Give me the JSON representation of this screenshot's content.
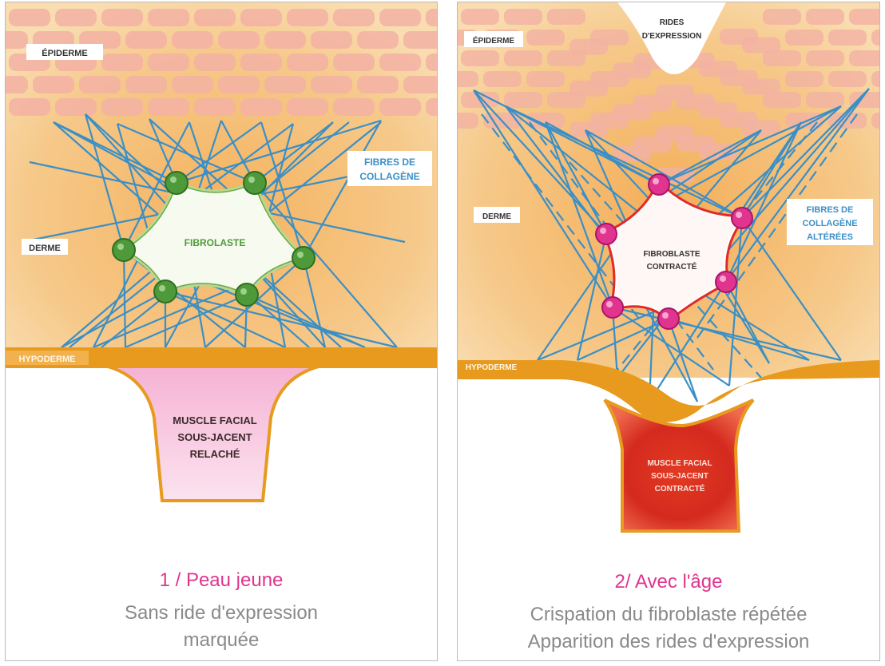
{
  "panel1": {
    "labels": {
      "epiderme": "ÉPIDERME",
      "derme": "DERME",
      "hypoderme": "HYPODERME",
      "fibres_line1": "FIBRES DE",
      "fibres_line2": "COLLAGÈNE",
      "fibroblaste": "FIBROLASTE",
      "muscle_line1": "MUSCLE FACIAL",
      "muscle_line2": "SOUS-JACENT",
      "muscle_line3": "RELACHÉ"
    },
    "caption_title": "1 / Peau jeune",
    "caption_line1": "Sans ride d'expression",
    "caption_line2": "marquée"
  },
  "panel2": {
    "labels": {
      "epiderme": "ÉPIDERME",
      "rides_line1": "RIDES",
      "rides_line2": "D'EXPRESSION",
      "derme": "DERME",
      "hypoderme": "HYPODERME",
      "fibres_line1": "FIBRES DE",
      "fibres_line2": "COLLAGÈNE",
      "fibres_line3": "ALTÉRÉES",
      "fibroblaste_line1": "FIBROBLASTE",
      "fibroblaste_line2": "CONTRACTÉ",
      "muscle_line1": "MUSCLE FACIAL",
      "muscle_line2": "SOUS-JACENT",
      "muscle_line3": "CONTRACTÉ"
    },
    "caption_title": "2/ Avec l'âge",
    "caption_line1": "Crispation du fibroblaste répétée",
    "caption_line2": "Apparition des rides d'expression"
  },
  "colors": {
    "skin": "#f6c98a",
    "epiderm_cell": "#f3b2a4",
    "fiber": "#3b8fc6",
    "hypoderm_band": "#e79a1e",
    "young_fibroblast_node": "#4e9a3a",
    "aged_fibroblast_node": "#e0348f",
    "relaxed_muscle": "#f4b6d6",
    "contracted_muscle": "#d62a1f",
    "caption_title": "#e0348f",
    "caption_text": "#8a8a8a"
  }
}
